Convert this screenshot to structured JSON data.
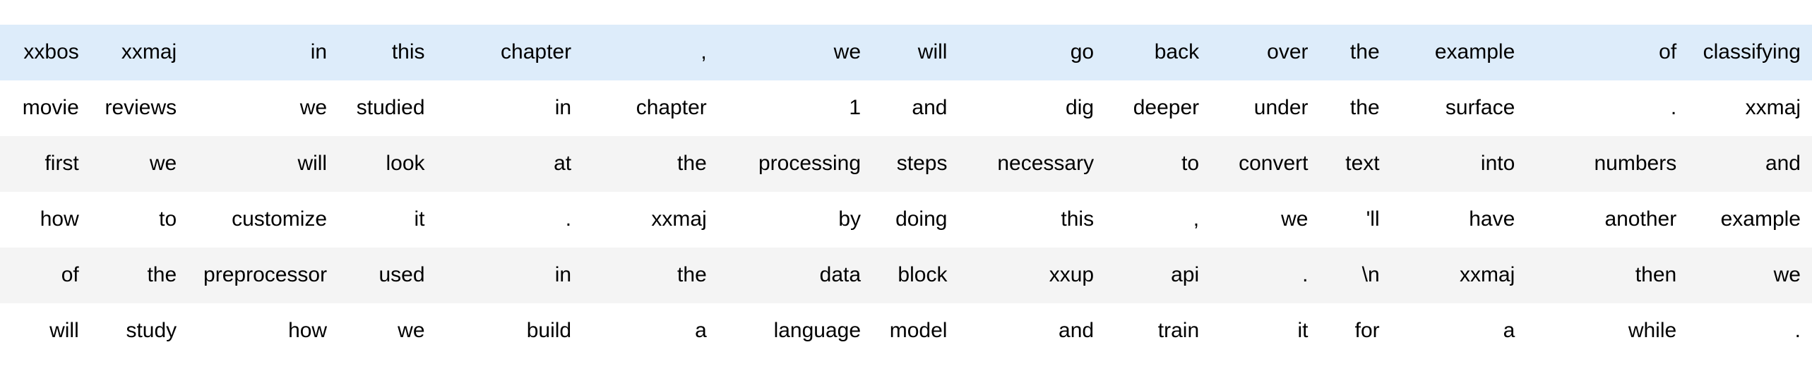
{
  "table": {
    "columns": 15,
    "colors": {
      "highlight_row_bg": "#ddecfa",
      "alt_row_bg": "#f4f4f4",
      "plain_row_bg": "#ffffff",
      "text": "#000000",
      "page_bg": "#ffffff"
    },
    "rows": [
      {
        "style": "highlight",
        "cells": [
          {
            "text": "xxbos",
            "align": "right"
          },
          {
            "text": "xxmaj",
            "align": "left"
          },
          {
            "text": "in",
            "align": "right"
          },
          {
            "text": "this",
            "align": "right"
          },
          {
            "text": "chapter",
            "align": "left"
          },
          {
            "text": ",",
            "align": "right"
          },
          {
            "text": "we",
            "align": "right"
          },
          {
            "text": "will",
            "align": "left"
          },
          {
            "text": "go",
            "align": "right"
          },
          {
            "text": "back",
            "align": "right"
          },
          {
            "text": "over",
            "align": "right"
          },
          {
            "text": "the",
            "align": "right"
          },
          {
            "text": "example",
            "align": "left"
          },
          {
            "text": "of",
            "align": "right"
          },
          {
            "text": "classifying",
            "align": "right"
          }
        ]
      },
      {
        "style": "plain",
        "cells": [
          {
            "text": "movie",
            "align": "right"
          },
          {
            "text": "reviews",
            "align": "left"
          },
          {
            "text": "we",
            "align": "right"
          },
          {
            "text": "studied",
            "align": "left"
          },
          {
            "text": "in",
            "align": "right"
          },
          {
            "text": "chapter",
            "align": "left"
          },
          {
            "text": "1",
            "align": "right"
          },
          {
            "text": "and",
            "align": "left"
          },
          {
            "text": "dig",
            "align": "right"
          },
          {
            "text": "deeper",
            "align": "right"
          },
          {
            "text": "under",
            "align": "right"
          },
          {
            "text": "the",
            "align": "right"
          },
          {
            "text": "surface",
            "align": "left"
          },
          {
            "text": ".",
            "align": "right"
          },
          {
            "text": "xxmaj",
            "align": "right"
          }
        ]
      },
      {
        "style": "alt",
        "cells": [
          {
            "text": "first",
            "align": "right"
          },
          {
            "text": "we",
            "align": "right"
          },
          {
            "text": "will",
            "align": "right"
          },
          {
            "text": "look",
            "align": "right"
          },
          {
            "text": "at",
            "align": "right"
          },
          {
            "text": "the",
            "align": "right"
          },
          {
            "text": "processing",
            "align": "left"
          },
          {
            "text": "steps",
            "align": "left"
          },
          {
            "text": "necessary",
            "align": "left"
          },
          {
            "text": "to",
            "align": "right"
          },
          {
            "text": "convert",
            "align": "left"
          },
          {
            "text": "text",
            "align": "left"
          },
          {
            "text": "into",
            "align": "right"
          },
          {
            "text": "numbers",
            "align": "left"
          },
          {
            "text": "and",
            "align": "right"
          }
        ]
      },
      {
        "style": "plain",
        "cells": [
          {
            "text": "how",
            "align": "right"
          },
          {
            "text": "to",
            "align": "right"
          },
          {
            "text": "customize",
            "align": "left"
          },
          {
            "text": "it",
            "align": "right"
          },
          {
            "text": ".",
            "align": "right"
          },
          {
            "text": "xxmaj",
            "align": "left"
          },
          {
            "text": "by",
            "align": "right"
          },
          {
            "text": "doing",
            "align": "left"
          },
          {
            "text": "this",
            "align": "right"
          },
          {
            "text": ",",
            "align": "right"
          },
          {
            "text": "we",
            "align": "right"
          },
          {
            "text": "'ll",
            "align": "left"
          },
          {
            "text": "have",
            "align": "left"
          },
          {
            "text": "another",
            "align": "left"
          },
          {
            "text": "example",
            "align": "right"
          }
        ]
      },
      {
        "style": "alt",
        "cells": [
          {
            "text": "of",
            "align": "right"
          },
          {
            "text": "the",
            "align": "right"
          },
          {
            "text": "preprocessor",
            "align": "left"
          },
          {
            "text": "used",
            "align": "left"
          },
          {
            "text": "in",
            "align": "right"
          },
          {
            "text": "the",
            "align": "right"
          },
          {
            "text": "data",
            "align": "right"
          },
          {
            "text": "block",
            "align": "left"
          },
          {
            "text": "xxup",
            "align": "right"
          },
          {
            "text": "api",
            "align": "right"
          },
          {
            "text": ".",
            "align": "right"
          },
          {
            "text": "\\n",
            "align": "left"
          },
          {
            "text": "xxmaj",
            "align": "left"
          },
          {
            "text": "then",
            "align": "left"
          },
          {
            "text": "we",
            "align": "right"
          }
        ]
      },
      {
        "style": "plain",
        "cells": [
          {
            "text": "will",
            "align": "right"
          },
          {
            "text": "study",
            "align": "left"
          },
          {
            "text": "how",
            "align": "right"
          },
          {
            "text": "we",
            "align": "right"
          },
          {
            "text": "build",
            "align": "right"
          },
          {
            "text": "a",
            "align": "right"
          },
          {
            "text": "language",
            "align": "left"
          },
          {
            "text": "model",
            "align": "left"
          },
          {
            "text": "and",
            "align": "right"
          },
          {
            "text": "train",
            "align": "right"
          },
          {
            "text": "it",
            "align": "right"
          },
          {
            "text": "for",
            "align": "left"
          },
          {
            "text": "a",
            "align": "right"
          },
          {
            "text": "while",
            "align": "left"
          },
          {
            "text": ".",
            "align": "right"
          }
        ]
      }
    ]
  }
}
